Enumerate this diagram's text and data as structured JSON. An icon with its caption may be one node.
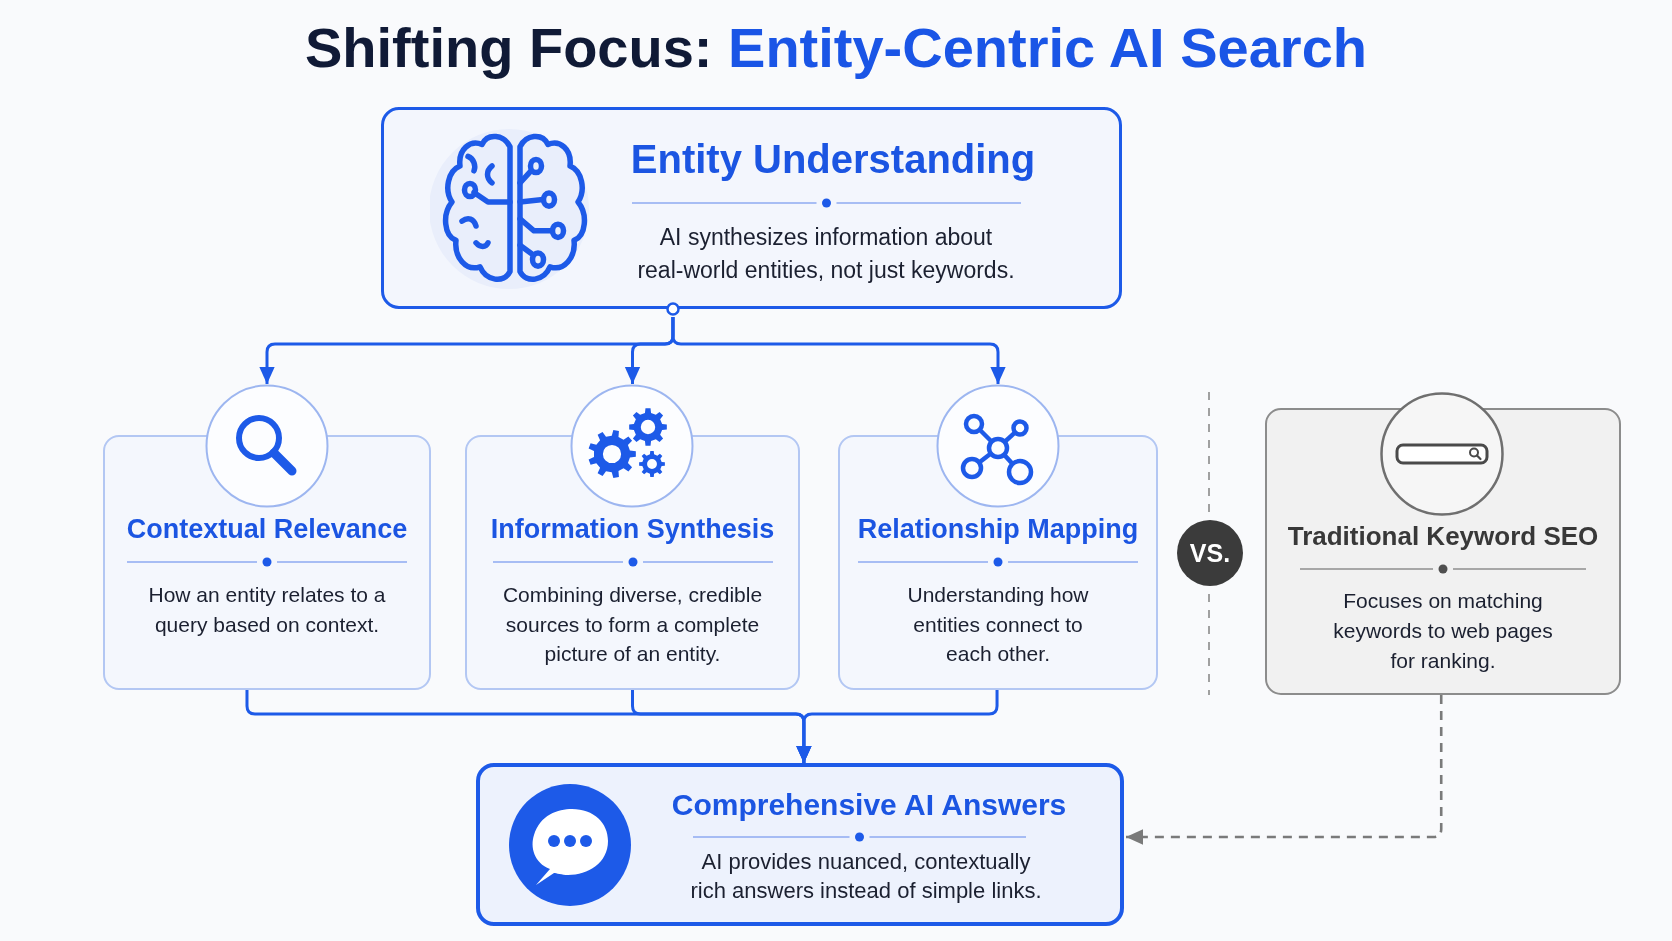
{
  "diagram": {
    "title": "Shifting Focus: Entity-Centric AI Search",
    "nodes": [
      {
        "text": [
          "Entity Understanding",
          "AI synthesizes information about real-world entities, not just keywords."
        ]
      },
      {
        "text": [
          "Contextual Relevance",
          "How an entity relates to a query based on context."
        ]
      },
      {
        "text": [
          "Information Synthesis",
          "Combining diverse, credible sources to form a complete picture of an entity."
        ]
      },
      {
        "text": [
          "Relationship Mapping",
          "Understanding how entities connect to each other."
        ]
      },
      {
        "text": [
          "VS."
        ]
      },
      {
        "text": [
          "Traditional Keyword SEO",
          "Focuses on matching keywords to web pages for ranking."
        ]
      },
      {
        "text": [
          "Comprehensive AI Answers",
          "AI provides nuanced, contextually rich answers instead of simple links."
        ]
      }
    ],
    "edges": [
      {
        "from": 0,
        "to": 1,
        "arrow": "to"
      },
      {
        "from": 0,
        "to": 2,
        "arrow": "to"
      },
      {
        "from": 0,
        "to": 3,
        "arrow": "to"
      },
      {
        "from": 1,
        "to": 6,
        "arrow": "to"
      },
      {
        "from": 2,
        "to": 6,
        "arrow": "to"
      },
      {
        "from": 3,
        "to": 6,
        "arrow": "to"
      },
      {
        "from": 5,
        "to": 6,
        "arrow": "to",
        "style": "dashed",
        "color": "#7a7a7a"
      }
    ]
  }
}
